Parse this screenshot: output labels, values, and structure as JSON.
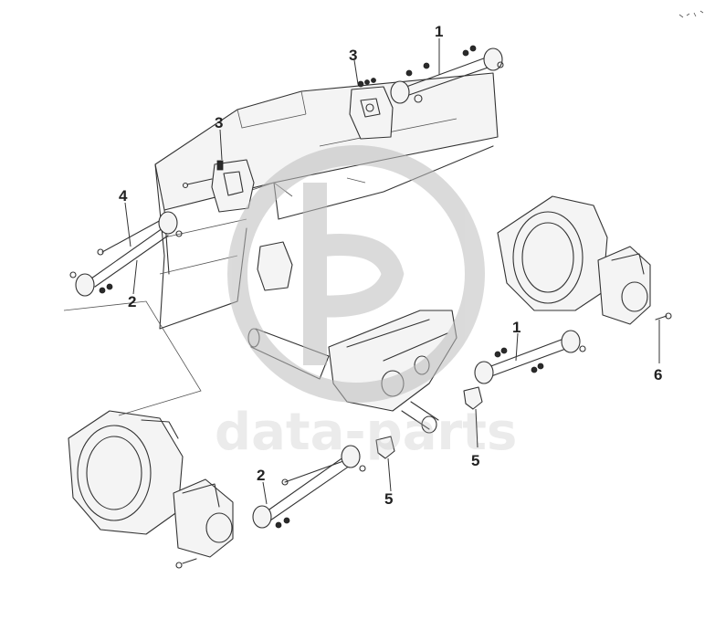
{
  "diagram": {
    "callouts": [
      {
        "id": "c1-top",
        "label": "1"
      },
      {
        "id": "c3-top",
        "label": "3"
      },
      {
        "id": "c3-mid",
        "label": "3"
      },
      {
        "id": "c4",
        "label": "4"
      },
      {
        "id": "c2-left",
        "label": "2"
      },
      {
        "id": "c1-right",
        "label": "1"
      },
      {
        "id": "c6",
        "label": "6"
      },
      {
        "id": "c5-right",
        "label": "5"
      },
      {
        "id": "c2-bottom",
        "label": "2"
      },
      {
        "id": "c5-bottom",
        "label": "5"
      }
    ]
  },
  "watermark": {
    "text": "data-parts",
    "color": "#bdbdbd"
  }
}
